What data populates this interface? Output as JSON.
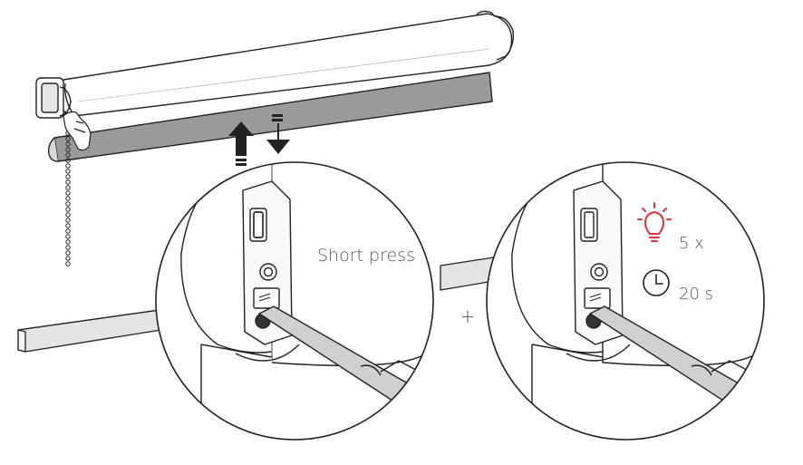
{
  "step1": {
    "label": "Short press"
  },
  "step2": {
    "plus": "+",
    "blink_count": "5 x",
    "hold_time": "20 s"
  },
  "colors": {
    "line": "#222222",
    "blind_fabric": "#9a9a9a",
    "rod": "#c8c8c8",
    "light_accent": "#e0323c",
    "text": "#555555"
  },
  "icons": [
    "up-down-arrows-icon",
    "light-bulb-icon",
    "clock-icon",
    "pointing-hand-icon",
    "pull-chain-icon"
  ]
}
